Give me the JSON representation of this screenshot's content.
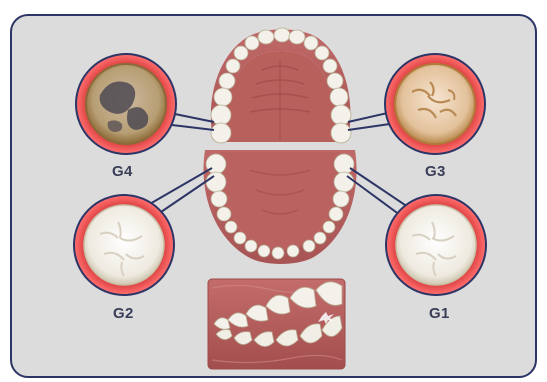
{
  "labels": {
    "g1": "G1",
    "g2": "G2",
    "g3": "G3",
    "g4": "G4"
  },
  "colors": {
    "panel_border": "#2d3566",
    "panel_fill": "#dcdcdc",
    "ring": "#d93a3a",
    "ring_outline": "#2d3566",
    "gum": "#b55a5a",
    "tooth": "#f3f1ea",
    "caries_dark": "#6e5a3c"
  },
  "icons": {
    "g1": "healthy-molar-icon",
    "g2": "healthy-molar-icon",
    "g3": "stained-molar-icon",
    "g4": "decayed-molar-icon"
  }
}
